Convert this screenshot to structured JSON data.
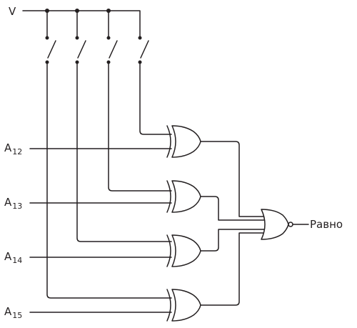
{
  "supply_label": "V",
  "inputs": [
    {
      "base": "A",
      "sub": "12"
    },
    {
      "base": "A",
      "sub": "13"
    },
    {
      "base": "A",
      "sub": "14"
    },
    {
      "base": "A",
      "sub": "15"
    }
  ],
  "output_label": "Равно",
  "components": {
    "switches": 4,
    "xor_gates": 4,
    "output_gate": "NOR"
  }
}
